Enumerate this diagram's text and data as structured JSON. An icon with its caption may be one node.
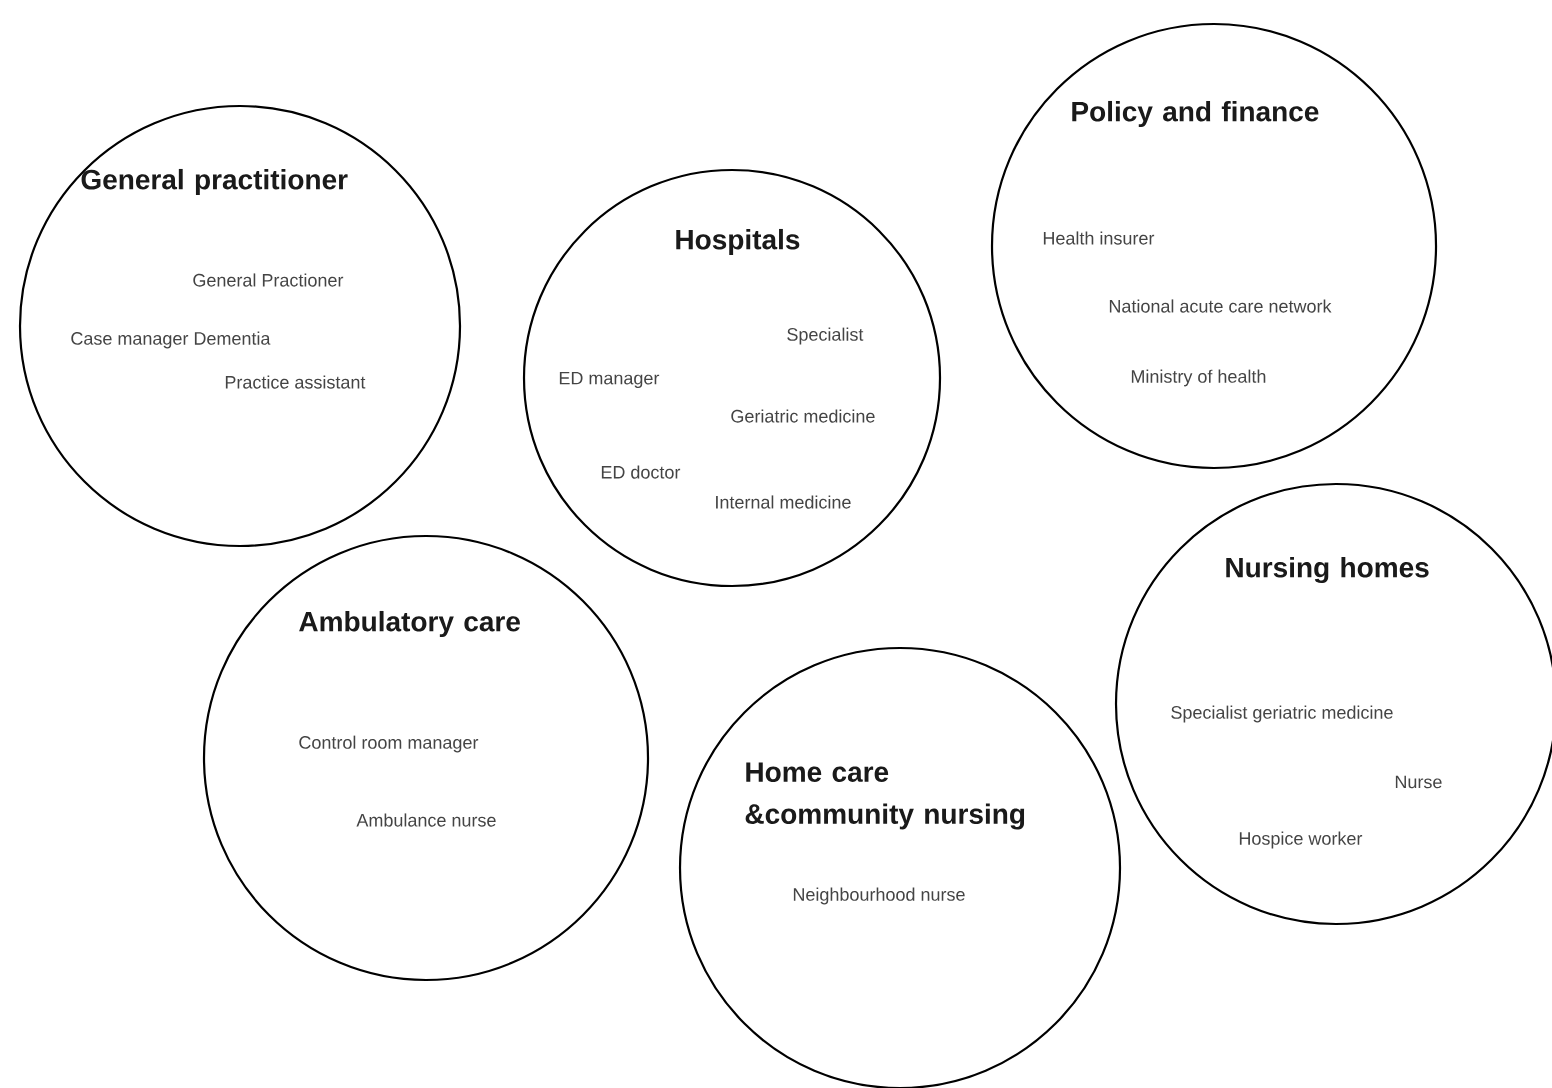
{
  "diagram": {
    "nodes": [
      {
        "text": [
          "General practitioner",
          "General Practioner",
          "Case manager Dementia",
          "Practice assistant"
        ]
      },
      {
        "text": [
          "Hospitals",
          "Specialist",
          "ED manager",
          "Geriatric medicine",
          "ED doctor",
          "Internal medicine"
        ]
      },
      {
        "text": [
          "Policy and finance",
          "Health insurer",
          "National acute care network",
          "Ministry of health"
        ]
      },
      {
        "text": [
          "Ambulatory care",
          "Control room manager",
          "Ambulance nurse"
        ]
      },
      {
        "text": [
          "Home care &community nursing",
          "Neighbourhood nurse"
        ]
      },
      {
        "text": [
          "Nursing homes",
          "Specialist geriatric medicine",
          "Nurse",
          "Hospice worker"
        ]
      }
    ]
  }
}
